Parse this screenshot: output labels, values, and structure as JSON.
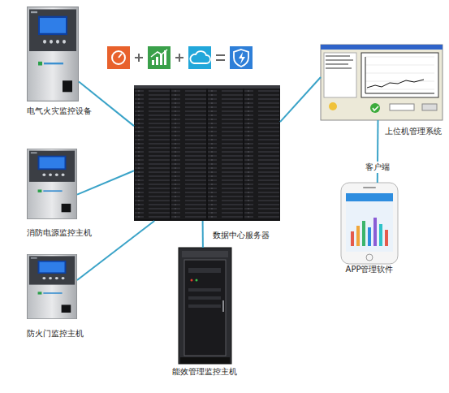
{
  "diagram": {
    "nodes": [
      {
        "text": [
          "电气火灾监控设备"
        ]
      },
      {
        "text": [
          "消防电源监控主机"
        ]
      },
      {
        "text": [
          "防火门监控主机"
        ]
      },
      {
        "text": [
          "数据中心服务器"
        ]
      },
      {
        "text": [
          "能效管理监控主机"
        ]
      },
      {
        "text": [
          "上位机管理系统"
        ]
      },
      {
        "text": [
          "APP管理软件"
        ]
      }
    ],
    "edges": [
      {
        "from": 0,
        "to": 3,
        "arrow": "none"
      },
      {
        "from": 1,
        "to": 3,
        "arrow": "none"
      },
      {
        "from": 2,
        "to": 3,
        "arrow": "none"
      },
      {
        "from": 3,
        "to": 5,
        "arrow": "none"
      },
      {
        "from": 3,
        "to": 4,
        "arrow": "none"
      },
      {
        "from": 5,
        "to": 6,
        "label": "客户端",
        "arrow": "none"
      }
    ]
  }
}
